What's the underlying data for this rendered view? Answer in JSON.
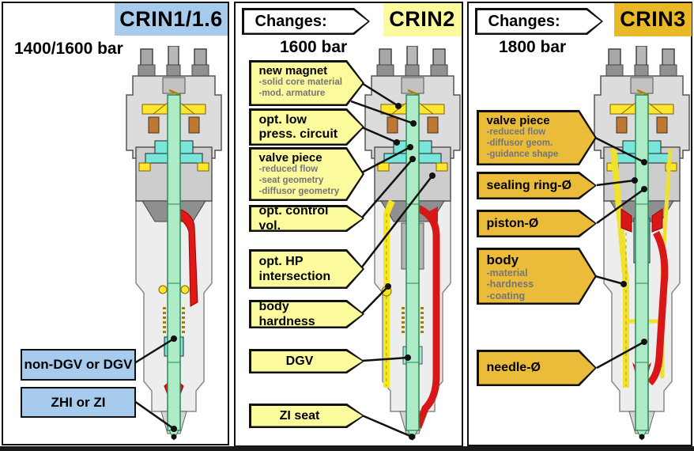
{
  "colors": {
    "crin1_accent": "#A6CBEC",
    "crin2_accent": "#FBFB9D",
    "crin3_accent": "#E9B826",
    "crin3_callout": "#EABC3A",
    "sub_text": "#757575"
  },
  "panels": [
    {
      "title": "CRIN1/1.6",
      "pressure": "1400/1600 bar",
      "callouts": [
        {
          "title": "non-DGV or DGV"
        },
        {
          "title": "ZHI or ZI"
        }
      ]
    },
    {
      "changes_label": "Changes:",
      "title": "CRIN2",
      "pressure": "1600 bar",
      "callouts": [
        {
          "title": "new magnet",
          "subs": [
            "-solid core material",
            "-mod. armature"
          ]
        },
        {
          "title": "opt. low press. circuit"
        },
        {
          "title": "valve piece",
          "subs": [
            "-reduced flow",
            "-seat geometry",
            "-diffusor geometry"
          ]
        },
        {
          "title": "opt. control vol."
        },
        {
          "title": "opt. HP intersection"
        },
        {
          "title": "body hardness"
        },
        {
          "title": "DGV"
        },
        {
          "title": "ZI seat"
        }
      ]
    },
    {
      "changes_label": "Changes:",
      "title": "CRIN3",
      "pressure": "1800 bar",
      "callouts": [
        {
          "title": "valve piece",
          "subs": [
            "-reduced flow",
            "-diffusor geom.",
            "-guidance shape"
          ]
        },
        {
          "title": "sealing ring-Ø"
        },
        {
          "title": "piston-Ø"
        },
        {
          "title": "body",
          "subs": [
            "-material",
            "-hardness",
            "-coating"
          ]
        },
        {
          "title": "needle-Ø"
        }
      ]
    }
  ]
}
